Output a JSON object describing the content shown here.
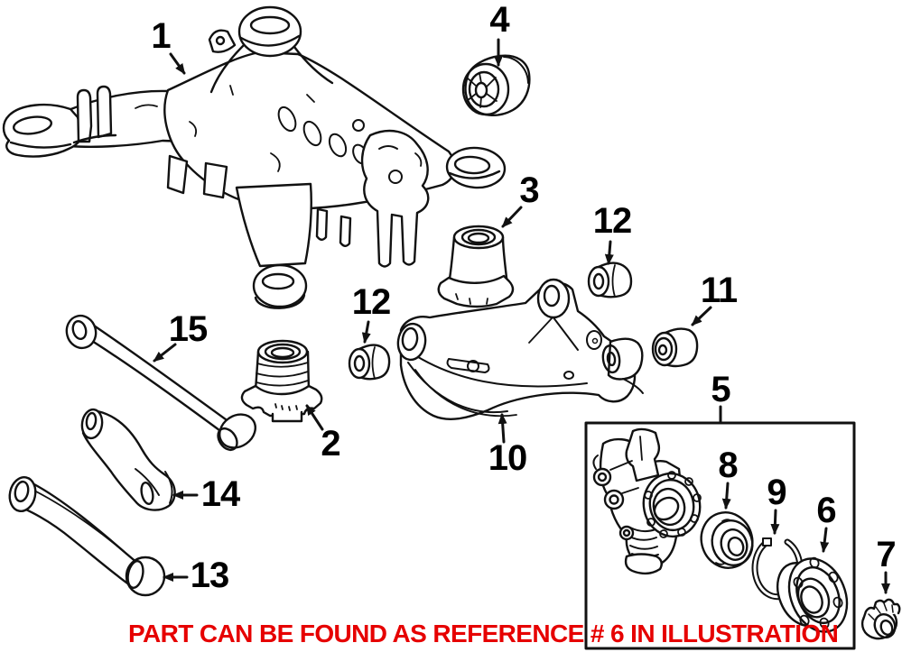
{
  "callouts": {
    "c1": "1",
    "c2": "2",
    "c3": "3",
    "c4": "4",
    "c5": "5",
    "c6": "6",
    "c7": "7",
    "c8": "8",
    "c9": "9",
    "c10": "10",
    "c11": "11",
    "c12": "12",
    "c13": "13",
    "c14": "14",
    "c15": "15"
  },
  "caption": {
    "text": "PART CAN BE FOUND AS REFERENCE # 6 IN ILLUSTRATION",
    "color": "#e60000"
  },
  "colors": {
    "line_art": "#111111",
    "background": "#ffffff"
  }
}
